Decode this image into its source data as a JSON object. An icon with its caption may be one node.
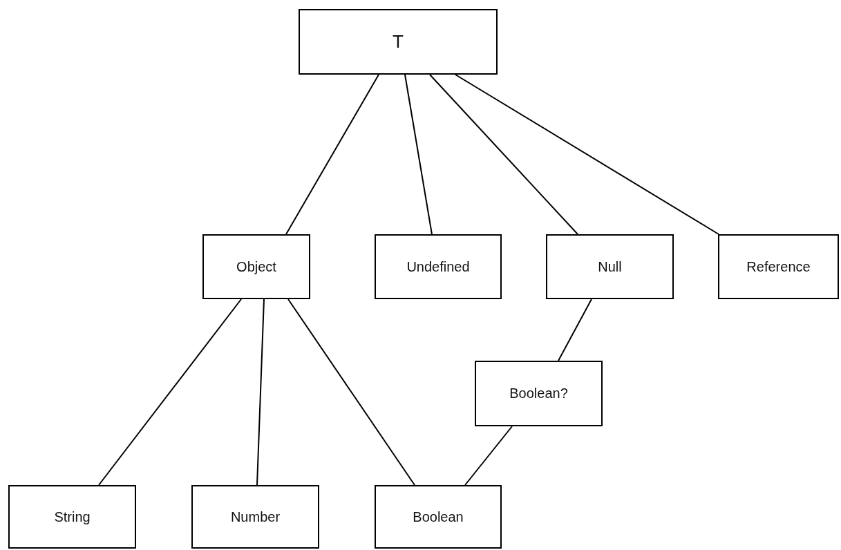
{
  "diagram": {
    "nodes": [
      {
        "text": [
          "T"
        ]
      },
      {
        "text": [
          "Object"
        ]
      },
      {
        "text": [
          "Undefined"
        ]
      },
      {
        "text": [
          "Null"
        ]
      },
      {
        "text": [
          "Reference"
        ]
      },
      {
        "text": [
          "Boolean?"
        ]
      },
      {
        "text": [
          "String"
        ]
      },
      {
        "text": [
          "Number"
        ]
      },
      {
        "text": [
          "Boolean"
        ]
      }
    ],
    "edges": [
      {
        "from": 0,
        "to": 1,
        "arrow": "none"
      },
      {
        "from": 0,
        "to": 2,
        "arrow": "none"
      },
      {
        "from": 0,
        "to": 3,
        "arrow": "none"
      },
      {
        "from": 0,
        "to": 4,
        "arrow": "none"
      },
      {
        "from": 1,
        "to": 6,
        "arrow": "none"
      },
      {
        "from": 1,
        "to": 7,
        "arrow": "none"
      },
      {
        "from": 1,
        "to": 8,
        "arrow": "none"
      },
      {
        "from": 3,
        "to": 5,
        "arrow": "none"
      },
      {
        "from": 5,
        "to": 8,
        "arrow": "none"
      }
    ]
  }
}
